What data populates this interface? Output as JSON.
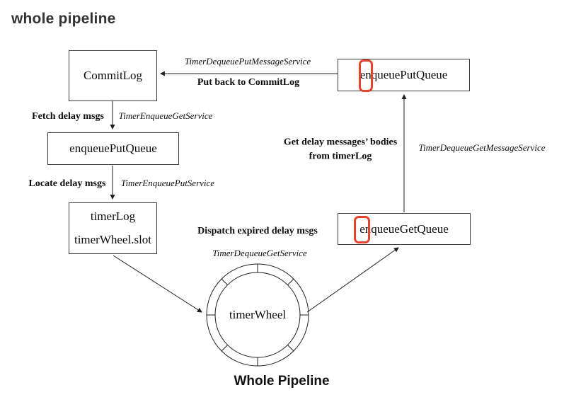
{
  "title": "whole pipeline",
  "caption": "Whole Pipeline",
  "colors": {
    "highlight": "#e8432d",
    "line": "#1f1f1f"
  },
  "nodes": {
    "commitLog": {
      "label": "CommitLog"
    },
    "enqueuePutQueueLeft": {
      "label": "enqueuePutQueue"
    },
    "timerLog": {
      "line1": "timerLog",
      "line2": "timerWheel.slot"
    },
    "enqueuePutQueueRight": {
      "label": "enqueuePutQueue"
    },
    "enqueueGetQueue": {
      "label": "enqueueGetQueue"
    },
    "timerWheel": {
      "label": "timerWheel"
    }
  },
  "edges": {
    "putBack": {
      "service": "TimerDequeuePutMessageService",
      "action": "Put back to CommitLog"
    },
    "fetchDelay": {
      "action": "Fetch delay msgs",
      "service": "TimerEnqueueGetService"
    },
    "locateDelay": {
      "action": "Locate delay msgs",
      "service": "TimerEnqueuePutService"
    },
    "dispatchExpired": {
      "action": "Dispatch expired delay msgs",
      "service": "TimerDequeueGetService"
    },
    "getBodies": {
      "action_line1": "Get delay messages’ bodies",
      "action_line2": "from timerLog",
      "service": "TimerDequeueGetMessageService"
    }
  }
}
